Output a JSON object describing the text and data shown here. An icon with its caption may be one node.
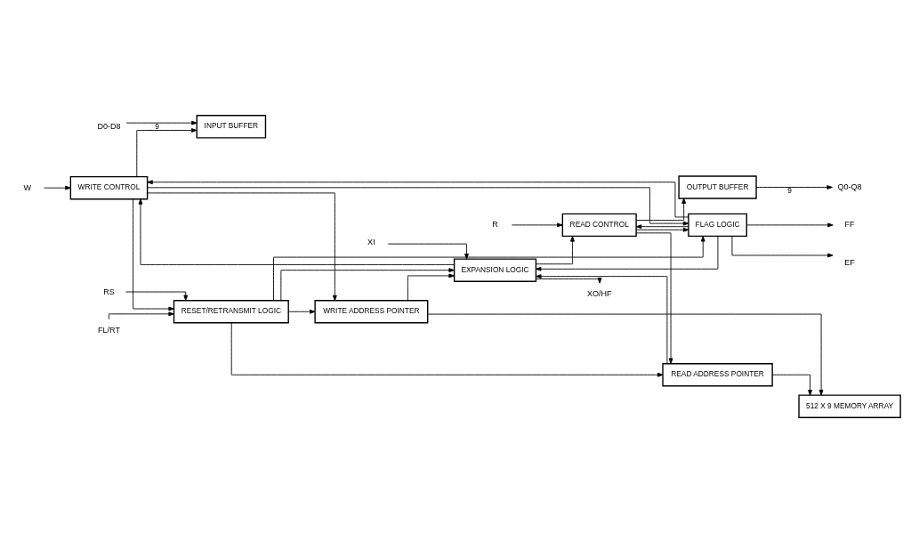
{
  "diagram": {
    "nodes": [
      {
        "text": [
          "D0-D8"
        ]
      },
      {
        "text": [
          "Q0-Q8"
        ]
      },
      {
        "text": [
          "INPUT BUFFER"
        ]
      },
      {
        "text": [
          "OUTPUT BUFFER"
        ]
      },
      {
        "text": [
          "512 X 9 MEMORY ARRAY"
        ]
      },
      {
        "text": [
          "W"
        ]
      },
      {
        "text": [
          "WRITE CONTROL"
        ]
      },
      {
        "text": [
          "WRITE ADDRESS POINTER"
        ]
      },
      {
        "text": [
          "READ ADDRESS POINTER"
        ]
      },
      {
        "text": [
          "READ CONTROL"
        ]
      },
      {
        "text": [
          "R"
        ]
      },
      {
        "text": [
          "FLAG LOGIC"
        ]
      },
      {
        "text": [
          "FF"
        ]
      },
      {
        "text": [
          "EF"
        ]
      },
      {
        "text": [
          "EXPANSION LOGIC"
        ]
      },
      {
        "text": [
          "XI"
        ]
      },
      {
        "text": [
          "XO/HF"
        ]
      },
      {
        "text": [
          "RESET/RETRANSMIT LOGIC"
        ]
      },
      {
        "text": [
          "RS"
        ]
      },
      {
        "text": [
          "FL/RT"
        ]
      }
    ],
    "edges": [
      {
        "from": 0,
        "to": 2,
        "arrow": "to",
        "label": "9"
      },
      {
        "from": 3,
        "to": 1,
        "arrow": "to",
        "label": "9"
      },
      {
        "from": 5,
        "to": 6,
        "arrow": "to"
      },
      {
        "from": 6,
        "to": 7,
        "arrow": "to"
      },
      {
        "from": 6,
        "to": 2,
        "arrow": "to"
      },
      {
        "from": 6,
        "to": 11,
        "arrow": "to"
      },
      {
        "from": 6,
        "to": 17,
        "arrow": "to"
      },
      {
        "from": 7,
        "to": 4,
        "arrow": "to"
      },
      {
        "from": 8,
        "to": 4,
        "arrow": "to"
      },
      {
        "from": 9,
        "to": 8,
        "arrow": "to"
      },
      {
        "from": 9,
        "to": 3,
        "arrow": "to"
      },
      {
        "from": 9,
        "to": 11,
        "arrow": "to"
      },
      {
        "from": 10,
        "to": 9,
        "arrow": "to"
      },
      {
        "from": 11,
        "to": 12,
        "arrow": "to"
      },
      {
        "from": 11,
        "to": 6,
        "arrow": "to"
      },
      {
        "from": 11,
        "to": 13,
        "arrow": "to"
      },
      {
        "from": 11,
        "to": 9,
        "arrow": "to"
      },
      {
        "from": 7,
        "to": 14,
        "arrow": "to"
      },
      {
        "from": 11,
        "to": 14,
        "arrow": "to"
      },
      {
        "from": 8,
        "to": 14,
        "arrow": "to"
      },
      {
        "from": 14,
        "to": 6,
        "arrow": "to"
      },
      {
        "from": 14,
        "to": 9,
        "arrow": "to"
      },
      {
        "from": 15,
        "to": 14,
        "arrow": "to"
      },
      {
        "from": 14,
        "to": 16,
        "arrow": "to"
      },
      {
        "from": 17,
        "to": 14,
        "arrow": "to"
      },
      {
        "from": 17,
        "to": 8,
        "arrow": "to"
      },
      {
        "from": 17,
        "to": 11,
        "arrow": "to"
      },
      {
        "from": 17,
        "to": 7,
        "arrow": "to"
      },
      {
        "from": 18,
        "to": 17,
        "arrow": "to"
      },
      {
        "from": 19,
        "to": 17,
        "arrow": "to"
      }
    ]
  }
}
